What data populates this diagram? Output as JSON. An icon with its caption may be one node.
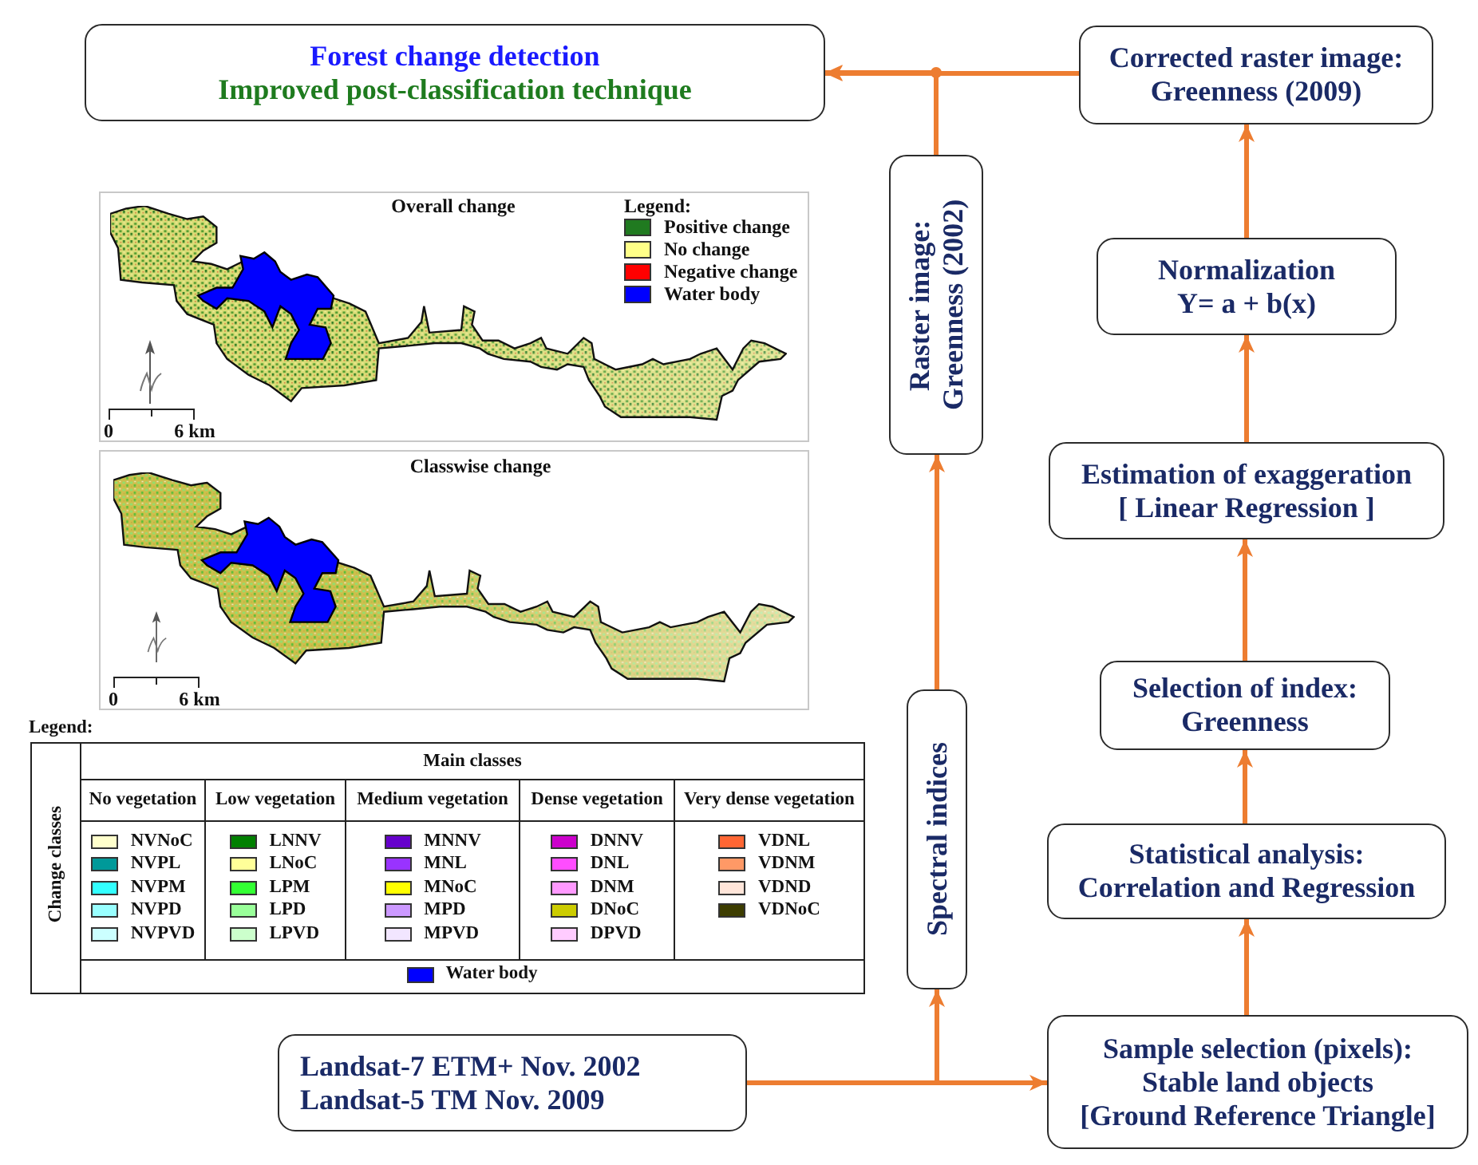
{
  "diagram": {
    "nodes": [
      {
        "text": [
          "Forest change detection",
          "Improved post-classification technique"
        ]
      },
      {
        "text": [
          "Corrected raster image: Greenness (2009)"
        ]
      },
      {
        "text": [
          "Raster image: Greenness (2002)"
        ]
      },
      {
        "text": [
          "Normalization",
          "Y= a + b(x)"
        ]
      },
      {
        "text": [
          "Estimation of exaggeration",
          "[ Linear Regression ]"
        ]
      },
      {
        "text": [
          "Selection of index: Greenness"
        ]
      },
      {
        "text": [
          "Statistical analysis: Correlation and Regression"
        ]
      },
      {
        "text": [
          "Spectral indices"
        ]
      },
      {
        "text": [
          "Landsat-7 ETM+ Nov. 2002",
          "Landsat-5 TM Nov. 2009"
        ]
      },
      {
        "text": [
          "Sample selection (pixels): Stable land objects",
          "[Ground Reference Triangle]"
        ]
      }
    ],
    "edges": [
      {
        "from": 8,
        "to": 9,
        "arrow": "to"
      },
      {
        "from": 8,
        "to": 7,
        "arrow": "to"
      },
      {
        "from": 7,
        "to": 2,
        "arrow": "to"
      },
      {
        "from": 9,
        "to": 6,
        "arrow": "to"
      },
      {
        "from": 6,
        "to": 5,
        "arrow": "to"
      },
      {
        "from": 5,
        "to": 4,
        "arrow": "to"
      },
      {
        "from": 4,
        "to": 3,
        "arrow": "to"
      },
      {
        "from": 3,
        "to": 1,
        "arrow": "to"
      },
      {
        "from": 1,
        "to": 0,
        "arrow": "to"
      },
      {
        "from": 2,
        "to": 0,
        "arrow": "to"
      }
    ],
    "labels": [
      "Overall change",
      "Legend:",
      "0",
      "6 km",
      "Classwise change",
      "0",
      "6 km",
      "Legend:",
      "Change classes",
      "Main classes",
      "No vegetation",
      "Low vegetation",
      "Medium vegetation",
      "Dense vegetation",
      "Very dense vegetation"
    ],
    "legend": [
      {
        "text": "Positive change",
        "color": "#207a20"
      },
      {
        "text": "No change",
        "color": "#ffff88"
      },
      {
        "text": "Negative change",
        "color": "#ff0000"
      },
      {
        "text": "Water body",
        "color": "#0000ff"
      },
      {
        "text": "NVNoC",
        "color": "#ffffcc"
      },
      {
        "text": "NVPL",
        "color": "#009999"
      },
      {
        "text": "NVPM",
        "color": "#33ffff"
      },
      {
        "text": "NVPD",
        "color": "#99ffff"
      },
      {
        "text": "NVPVD",
        "color": "#ccffff"
      },
      {
        "text": "LNNV",
        "color": "#008000"
      },
      {
        "text": "LNoC",
        "color": "#ffff99"
      },
      {
        "text": "LPM",
        "color": "#33ff33"
      },
      {
        "text": "LPD",
        "color": "#99ff99"
      },
      {
        "text": "LPVD",
        "color": "#ccffcc"
      },
      {
        "text": "MNNV",
        "color": "#6600cc"
      },
      {
        "text": "MNL",
        "color": "#9933ff"
      },
      {
        "text": "MNoC",
        "color": "#ffff00"
      },
      {
        "text": "MPD",
        "color": "#cc99ff"
      },
      {
        "text": "MPVD",
        "color": "#f2e6ff"
      },
      {
        "text": "DNNV",
        "color": "#cc00cc"
      },
      {
        "text": "DNL",
        "color": "#ff4dff"
      },
      {
        "text": "DNM",
        "color": "#ff99ff"
      },
      {
        "text": "DNoC",
        "color": "#cccc00"
      },
      {
        "text": "DPVD",
        "color": "#ffccff"
      },
      {
        "text": "VDNL",
        "color": "#ff6633"
      },
      {
        "text": "VDNM",
        "color": "#ff9966"
      },
      {
        "text": "VDND",
        "color": "#ffe5d9"
      },
      {
        "text": "VDNoC",
        "color": "#3d3d00"
      },
      {
        "text": "Water body",
        "color": "#0000ff"
      }
    ]
  }
}
